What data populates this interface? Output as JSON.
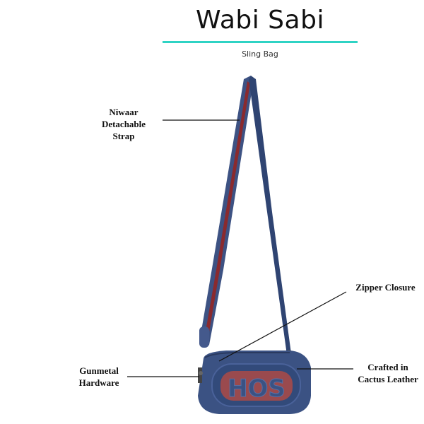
{
  "header": {
    "title": "Wabi Sabi",
    "subtitle": "Sling Bag",
    "accent_color": "#2fd3c4"
  },
  "product": {
    "name": "HOS sling bag",
    "monogram": "HOS",
    "colors": {
      "body": "#3b5283",
      "inlay": "#9a4a4e",
      "stripe": "#8a2a2e"
    }
  },
  "callouts": [
    {
      "id": "strap",
      "lines": [
        "Niwaar",
        "Detachable",
        "Strap"
      ]
    },
    {
      "id": "zipper",
      "lines": [
        "Zipper Closure"
      ]
    },
    {
      "id": "hardware",
      "lines": [
        "Gunmetal",
        "Hardware"
      ]
    },
    {
      "id": "material",
      "lines": [
        "Crafted in",
        "Cactus Leather"
      ]
    }
  ]
}
